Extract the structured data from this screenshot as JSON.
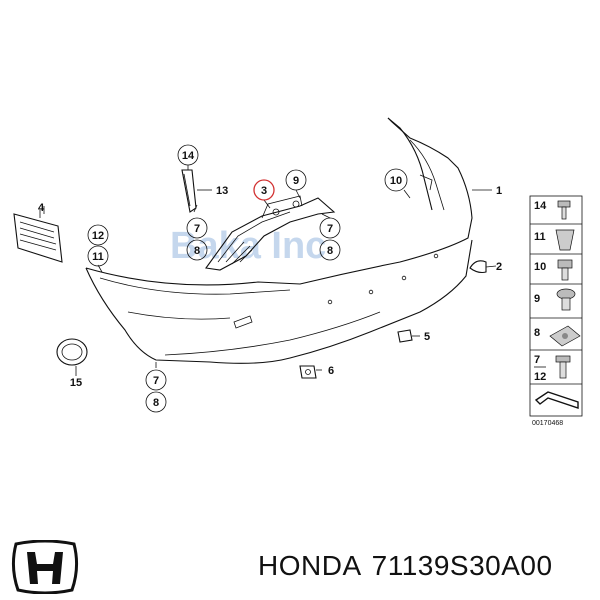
{
  "diagram": {
    "watermark": "Baka Inc",
    "reference_code": "00170468",
    "callouts": {
      "c1": "1",
      "c2": "2",
      "c3": "3",
      "c4": "4",
      "c5": "5",
      "c6": "6",
      "c7a": "7",
      "c7b": "7",
      "c7c": "7",
      "c8a": "8",
      "c8b": "8",
      "c8c": "8",
      "c9": "9",
      "c10": "10",
      "c11": "11",
      "c12": "12",
      "c13": "13",
      "c14": "14",
      "c15": "15"
    },
    "legend": [
      {
        "label": "14",
        "icon": "bolt-icon"
      },
      {
        "label": "11",
        "icon": "clip-icon"
      },
      {
        "label": "10",
        "icon": "screw-icon"
      },
      {
        "label": "9",
        "icon": "rivet-icon"
      },
      {
        "label": "8",
        "icon": "nut-plate-icon"
      },
      {
        "label": "7",
        "icon": "bolt-with-washer-icon"
      },
      {
        "label": "12",
        "icon": "bolt-with-washer-icon"
      }
    ]
  },
  "footer": {
    "brand": "HONDA",
    "part_number": "71139S30A00"
  }
}
